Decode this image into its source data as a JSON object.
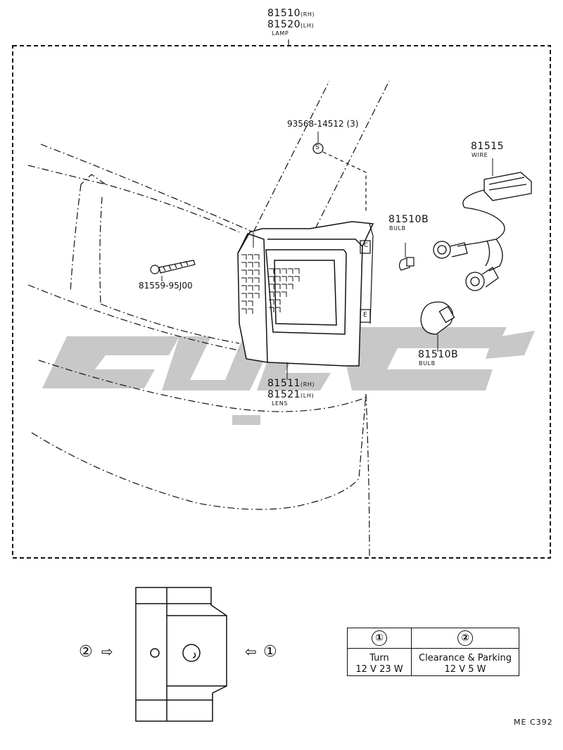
{
  "diagram": {
    "lamp": {
      "rh": "81510",
      "rh_tag": "(RH)",
      "lh": "81520",
      "lh_tag": "(LH)",
      "name": "LAMP"
    },
    "screw": {
      "part": "93568-14512 (3)",
      "symbol": "S"
    },
    "wire": {
      "part": "81515",
      "name": "WIRE"
    },
    "bulb_small": {
      "part": "81510B",
      "name": "BULB"
    },
    "bulb_large": {
      "part": "81510B",
      "name": "BULB"
    },
    "bolt": {
      "part": "81559-95J00"
    },
    "lens": {
      "rh": "81511",
      "rh_tag": "(RH)",
      "lh": "81521",
      "lh_tag": "(LH)",
      "name": "LENS"
    },
    "lens_marks": {
      "upper_circle": "C",
      "lower_mark": "E"
    }
  },
  "legend": {
    "left_marker": "②",
    "right_marker": "①",
    "arrow_left": "⇨",
    "arrow_right": "⇦"
  },
  "table": {
    "headers": [
      "①",
      "②"
    ],
    "rows": [
      [
        "Turn",
        "Clearance & Parking"
      ],
      [
        "12 V 23 W",
        "12 V 5 W"
      ]
    ]
  },
  "ref_code": "ME  C392",
  "watermark": {
    "color": "#c8c8c8"
  }
}
